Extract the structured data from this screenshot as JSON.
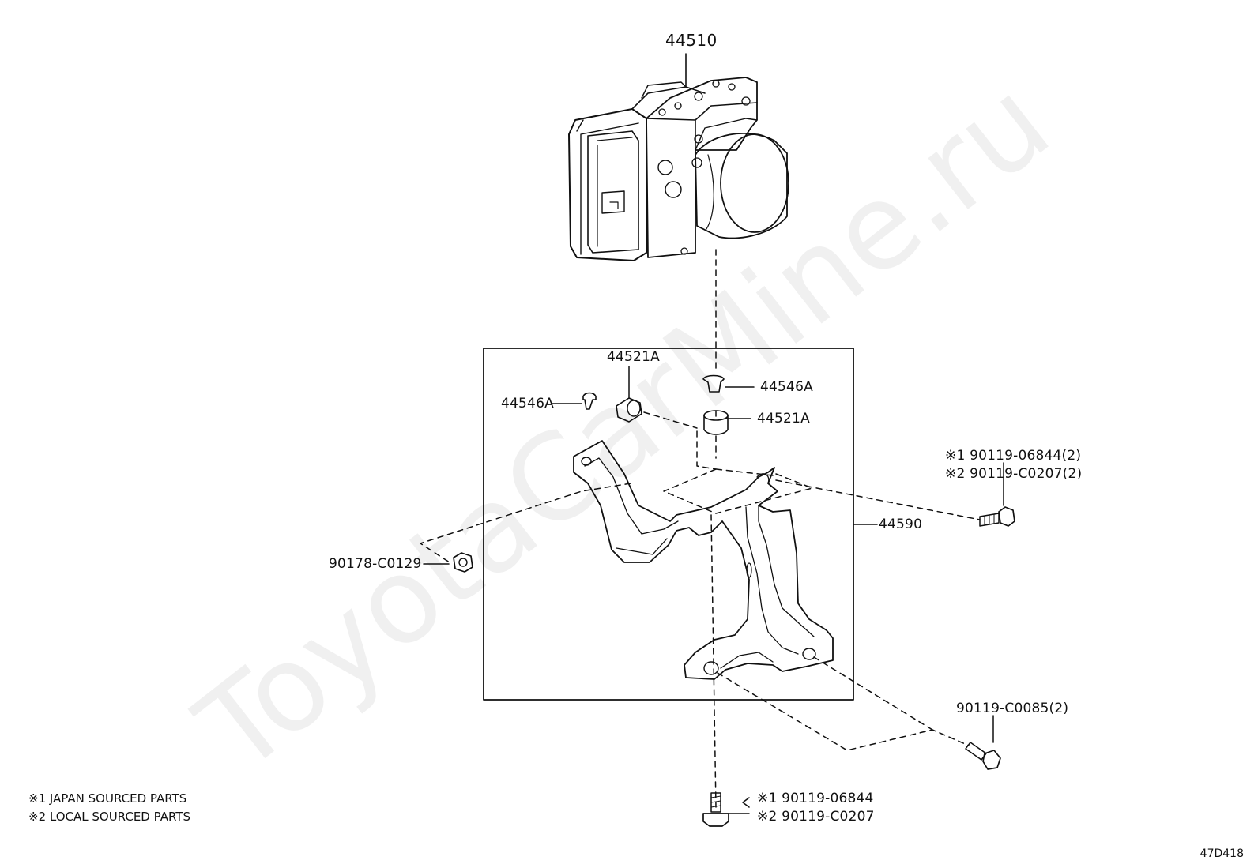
{
  "watermark": "ToyotaCarMine.ru",
  "figure_code": "47D418",
  "colors": {
    "line": "#111111",
    "background": "#ffffff",
    "watermark": "#ededed"
  },
  "callouts": {
    "actuator": "44510",
    "cushion_top_left": "44521A",
    "collar_left": "44546A",
    "collar_right": "44546A",
    "cushion_right": "44521A",
    "bracket": "44590",
    "nut": "90178-C0129",
    "bolt_right_1": "※1 90119-06844(2)",
    "bolt_right_2": "※2 90119-C0207(2)",
    "bolt_lower_right": "90119-C0085(2)",
    "bolt_bottom_1": "※1 90119-06844",
    "bolt_bottom_2": "※2 90119-C0207"
  },
  "notes": [
    "※1 JAPAN SOURCED PARTS",
    "※2 LOCAL SOURCED PARTS"
  ]
}
